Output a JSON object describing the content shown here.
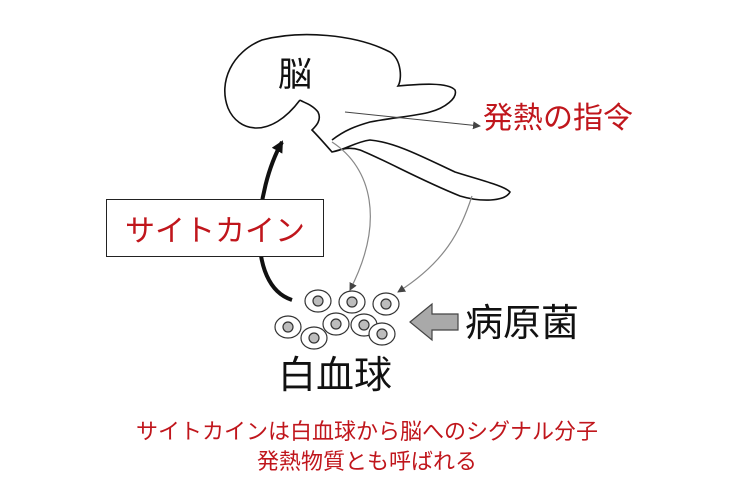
{
  "labels": {
    "brain": "脳",
    "fever_command": "発熱の指令",
    "cytokine": "サイトカイン",
    "pathogen": "病原菌",
    "white_blood_cell": "白血球"
  },
  "caption": {
    "line1": "サイトカインは白血球から脳へのシグナル分子",
    "line2": "発熱物質とも呼ばれる"
  },
  "colors": {
    "accent_red": "#c0161c",
    "text_black": "#111111",
    "arrow_gray": "#9a9a9a"
  }
}
